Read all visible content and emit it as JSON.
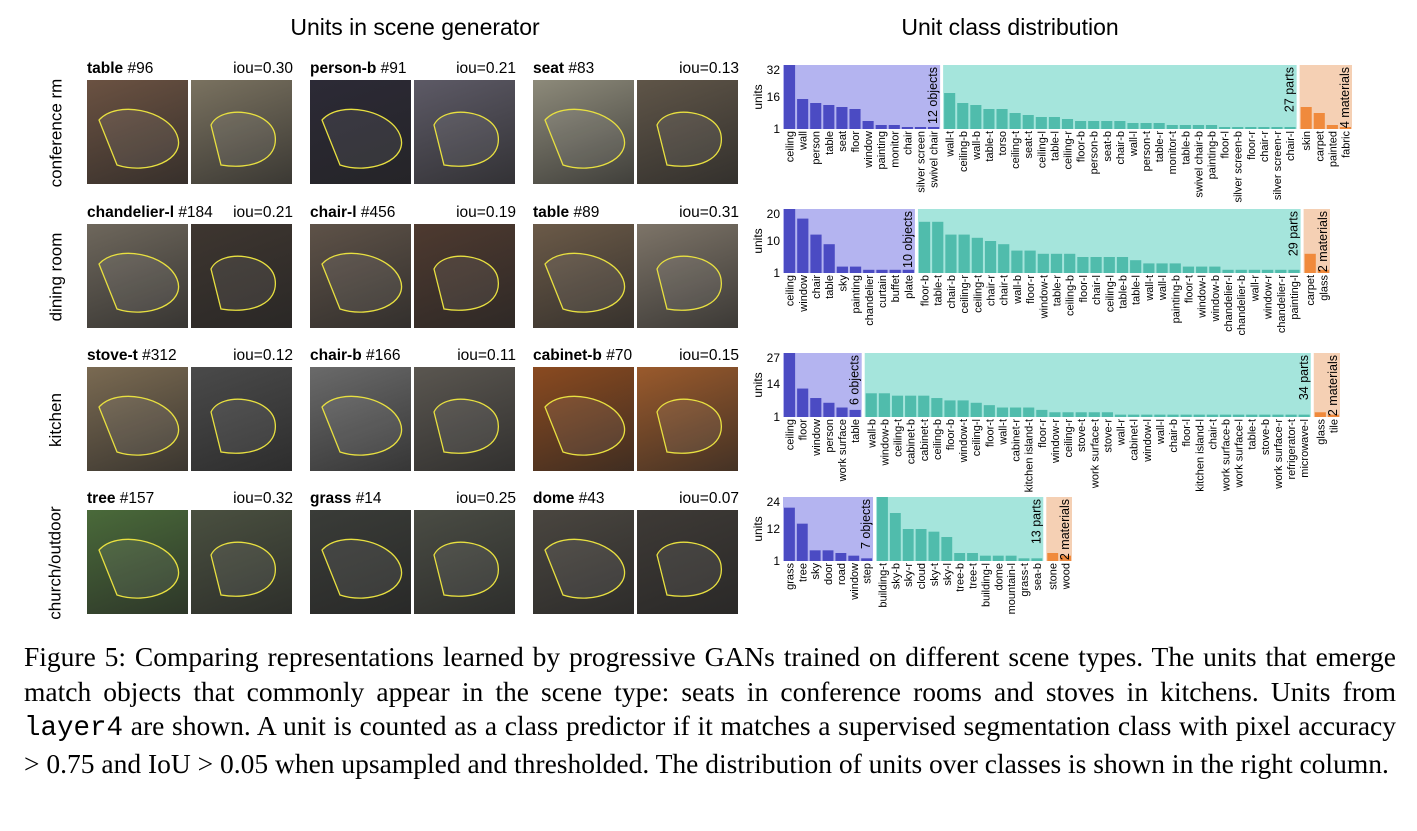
{
  "left_title": "Units in scene generator",
  "right_title": "Unit class distribution",
  "rows": [
    {
      "label": "conference rm",
      "cells": [
        {
          "name": "table",
          "unit": "#96",
          "iou": "iou=0.30",
          "c1": "#6b5242",
          "c2": "#7a7260"
        },
        {
          "name": "person-b",
          "unit": "#91",
          "iou": "iou=0.21",
          "c1": "#2c2a36",
          "c2": "#5d5a66"
        },
        {
          "name": "seat",
          "unit": "#83",
          "iou": "iou=0.13",
          "c1": "#8d8a7a",
          "c2": "#5f5548"
        }
      ]
    },
    {
      "label": "dining room",
      "cells": [
        {
          "name": "chandelier-l",
          "unit": "#184",
          "iou": "iou=0.21",
          "c1": "#6e675c",
          "c2": "#3e3630"
        },
        {
          "name": "chair-l",
          "unit": "#456",
          "iou": "iou=0.19",
          "c1": "#5e5248",
          "c2": "#4e3a30"
        },
        {
          "name": "table",
          "unit": "#89",
          "iou": "iou=0.31",
          "c1": "#6b5a48",
          "c2": "#7d7468"
        }
      ]
    },
    {
      "label": "kitchen",
      "cells": [
        {
          "name": "stove-t",
          "unit": "#312",
          "iou": "iou=0.12",
          "c1": "#7a6a52",
          "c2": "#4a4a4a"
        },
        {
          "name": "chair-b",
          "unit": "#166",
          "iou": "iou=0.11",
          "c1": "#6a6a6a",
          "c2": "#5a5650"
        },
        {
          "name": "cabinet-b",
          "unit": "#70",
          "iou": "iou=0.15",
          "c1": "#8a4a20",
          "c2": "#9a5a2c"
        }
      ]
    },
    {
      "label": "church/outdoor",
      "cells": [
        {
          "name": "tree",
          "unit": "#157",
          "iou": "iou=0.32",
          "c1": "#4a6a3a",
          "c2": "#4a5040"
        },
        {
          "name": "grass",
          "unit": "#14",
          "iou": "iou=0.25",
          "c1": "#3a3c38",
          "c2": "#4a4c44"
        },
        {
          "name": "dome",
          "unit": "#43",
          "iou": "iou=0.07",
          "c1": "#4a4640",
          "c2": "#3e3a36"
        }
      ]
    }
  ],
  "colors": {
    "object_bg": "#b4b4f0",
    "object_bar": "#4b4bc3",
    "part_bg": "#a5e5dc",
    "part_bar": "#50bcac",
    "material_bg": "#f5d0b4",
    "material_bar": "#f08a3c",
    "outline": "#e8e040"
  },
  "chart_data": [
    {
      "type": "bar",
      "ylabel": "units",
      "yticks": [
        1,
        16,
        32
      ],
      "ylim": [
        0,
        32
      ],
      "groups": [
        {
          "label": "12 objects",
          "kind": "object",
          "categories": [
            "ceiling",
            "wall",
            "person",
            "table",
            "seat",
            "floor",
            "window",
            "painting",
            "monitor",
            "chair",
            "silver screen",
            "swivel chair"
          ],
          "values": [
            32,
            15,
            13,
            12,
            11,
            10,
            4,
            2,
            2,
            1,
            1,
            1
          ]
        },
        {
          "label": "27 parts",
          "kind": "part",
          "categories": [
            "wall-t",
            "ceiling-b",
            "wall-b",
            "table-t",
            "torso",
            "ceiling-t",
            "seat-t",
            "ceiling-l",
            "table-l",
            "ceiling-r",
            "floor-b",
            "person-b",
            "seat-b",
            "chair-b",
            "wall-l",
            "person-t",
            "table-r",
            "monitor-t",
            "table-b",
            "swivel chair-b",
            "painting-b",
            "floor-l",
            "silver screen-b",
            "floor-r",
            "chair-r",
            "silver screen-r",
            "chair-l"
          ],
          "values": [
            18,
            13,
            12,
            10,
            10,
            8,
            7,
            6,
            6,
            5,
            4,
            4,
            4,
            4,
            3,
            3,
            3,
            2,
            2,
            2,
            2,
            1,
            1,
            1,
            1,
            1,
            1
          ]
        },
        {
          "label": "4 materials",
          "kind": "material",
          "categories": [
            "skin",
            "carpet",
            "painted",
            "fabric"
          ],
          "values": [
            11,
            8,
            2,
            1
          ]
        }
      ]
    },
    {
      "type": "bar",
      "ylabel": "units",
      "yticks": [
        1,
        10,
        20
      ],
      "ylim": [
        0,
        20
      ],
      "groups": [
        {
          "label": "10 objects",
          "kind": "object",
          "categories": [
            "ceiling",
            "window",
            "chair",
            "table",
            "sky",
            "painting",
            "chandelier",
            "curtain",
            "buffet",
            "plate"
          ],
          "values": [
            20,
            17,
            12,
            9,
            2,
            2,
            1,
            1,
            1,
            1
          ]
        },
        {
          "label": "29 parts",
          "kind": "part",
          "categories": [
            "floor-b",
            "table-t",
            "chair-b",
            "ceiling-r",
            "ceiling-t",
            "chair-r",
            "chair-t",
            "wall-b",
            "floor-r",
            "window-t",
            "table-r",
            "ceiling-b",
            "floor-l",
            "chair-l",
            "ceiling-l",
            "table-b",
            "table-l",
            "wall-t",
            "wall-l",
            "painting-b",
            "floor-t",
            "window-l",
            "window-b",
            "chandelier-l",
            "chandelier-b",
            "wall-r",
            "window-r",
            "chandelier-r",
            "painting-l"
          ],
          "values": [
            16,
            16,
            12,
            12,
            11,
            10,
            9,
            7,
            7,
            6,
            6,
            6,
            5,
            5,
            5,
            5,
            4,
            3,
            3,
            3,
            2,
            2,
            2,
            1,
            1,
            1,
            1,
            1,
            1
          ]
        },
        {
          "label": "2 materials",
          "kind": "material",
          "categories": [
            "carpet",
            "glass"
          ],
          "values": [
            6,
            1
          ]
        }
      ]
    },
    {
      "type": "bar",
      "ylabel": "units",
      "yticks": [
        1,
        14,
        27
      ],
      "ylim": [
        0,
        27
      ],
      "groups": [
        {
          "label": "6 objects",
          "kind": "object",
          "categories": [
            "ceiling",
            "floor",
            "window",
            "person",
            "work surface",
            "table"
          ],
          "values": [
            27,
            12,
            8,
            6,
            4,
            3
          ]
        },
        {
          "label": "34 parts",
          "kind": "part",
          "categories": [
            "wall-b",
            "window-b",
            "ceiling-t",
            "cabinet-b",
            "cabinet-t",
            "ceiling-b",
            "floor-b",
            "window-t",
            "ceiling-l",
            "floor-t",
            "wall-t",
            "cabinet-r",
            "kitchen island-t",
            "floor-r",
            "window-r",
            "ceiling-r",
            "stove-t",
            "work surface-t",
            "stove-r",
            "wall-r",
            "cabinet-l",
            "window-l",
            "wall-l",
            "chair-b",
            "floor-l",
            "kitchen island-l",
            "chair-t",
            "work surface-b",
            "work surface-l",
            "table-t",
            "stove-b",
            "work surface-r",
            "refrigerator-t",
            "microwave-l"
          ],
          "values": [
            10,
            10,
            9,
            9,
            9,
            8,
            7,
            7,
            6,
            5,
            4,
            4,
            4,
            3,
            2,
            2,
            2,
            2,
            2,
            1,
            1,
            1,
            1,
            1,
            1,
            1,
            1,
            1,
            1,
            1,
            1,
            1,
            1,
            1
          ]
        },
        {
          "label": "2 materials",
          "kind": "material",
          "categories": [
            "glass",
            "tile"
          ],
          "values": [
            2,
            1
          ]
        }
      ]
    },
    {
      "type": "bar",
      "ylabel": "units",
      "yticks": [
        1,
        12,
        24
      ],
      "ylim": [
        0,
        24
      ],
      "groups": [
        {
          "label": "7 objects",
          "kind": "object",
          "categories": [
            "grass",
            "tree",
            "sky",
            "door",
            "road",
            "window",
            "step"
          ],
          "values": [
            20,
            14,
            4,
            4,
            3,
            2,
            1
          ]
        },
        {
          "label": "13 parts",
          "kind": "part",
          "categories": [
            "building-t",
            "sky-b",
            "sky-r",
            "cloud",
            "sky-t",
            "sky-l",
            "tree-b",
            "tree-t",
            "building-l",
            "dome",
            "mountain-l",
            "grass-t",
            "sea-b"
          ],
          "values": [
            24,
            18,
            12,
            12,
            11,
            9,
            3,
            3,
            2,
            2,
            2,
            1,
            1
          ]
        },
        {
          "label": "2 materials",
          "kind": "material",
          "categories": [
            "stone",
            "wood"
          ],
          "values": [
            3,
            2
          ]
        }
      ]
    }
  ],
  "caption": {
    "p1": "Figure 5: Comparing representations learned by progressive GANs trained on different scene types. The units that emerge match objects that commonly appear in the scene type: seats in conference rooms and stoves in kitchens. Units from ",
    "code": "layer4",
    "p2": " are shown. A unit is counted as a class predictor if it matches a supervised segmentation class with pixel accuracy > 0.75 and IoU > 0.05 when upsampled and thresholded. The distribution of units over classes is shown in the right column."
  }
}
